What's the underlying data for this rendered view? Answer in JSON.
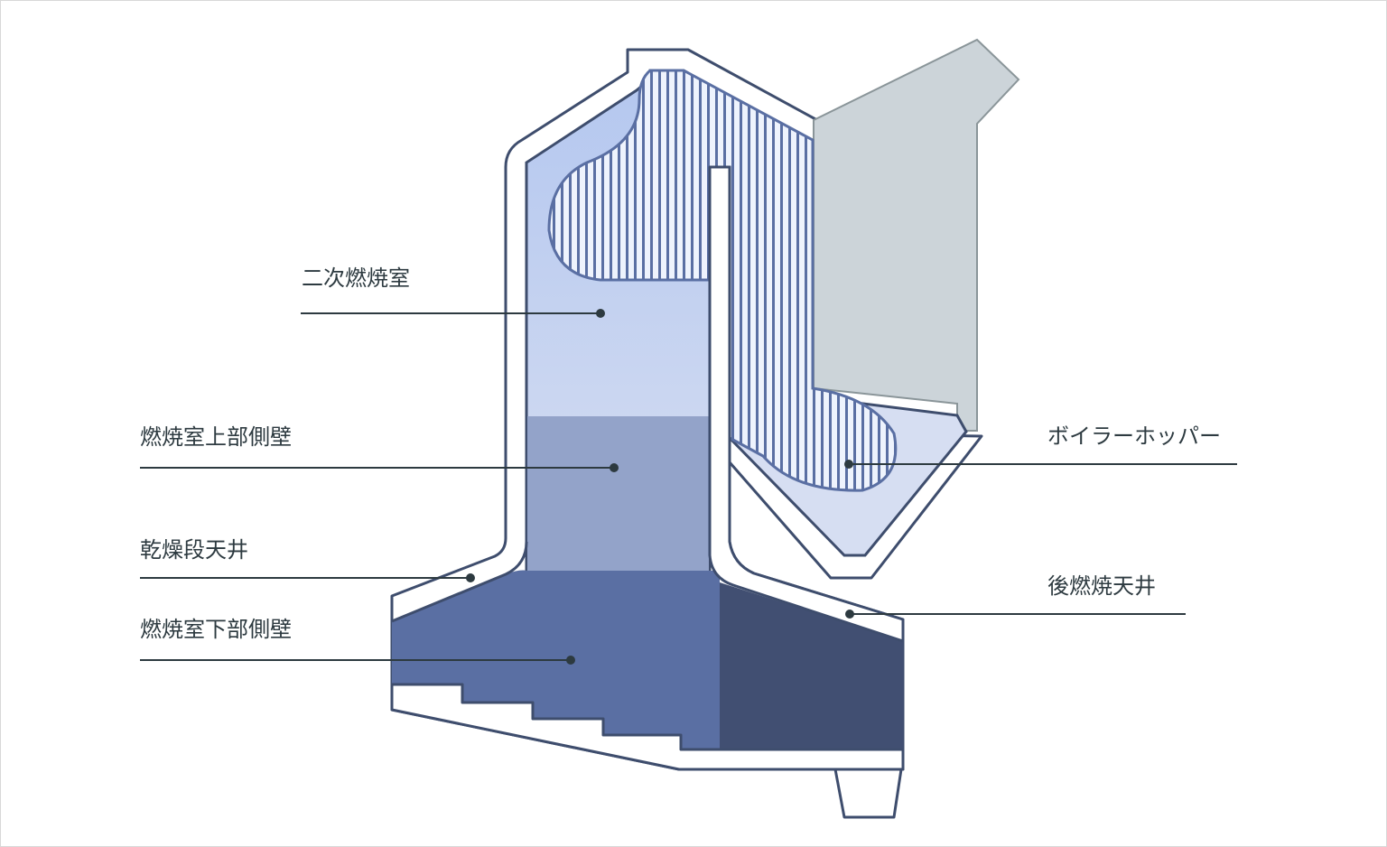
{
  "diagram": {
    "labels": {
      "secondary_chamber": "二次燃焼室",
      "upper_side_wall": "燃焼室上部側壁",
      "drying_ceiling": "乾燥段天井",
      "lower_side_wall": "燃焼室下部側壁",
      "boiler_hopper": "ボイラーホッパー",
      "post_combustion_ceiling": "後燃焼天井"
    },
    "colors": {
      "outline": "#3e4d6d",
      "chamber_light": "#c3d2f0",
      "upper_side_wall": "#93a3c9",
      "lower_side_wall": "#5a6fa3",
      "post_combustion_dark": "#414f72",
      "boiler": "#ccd4d9",
      "hatch": "#5a6fa3"
    }
  }
}
